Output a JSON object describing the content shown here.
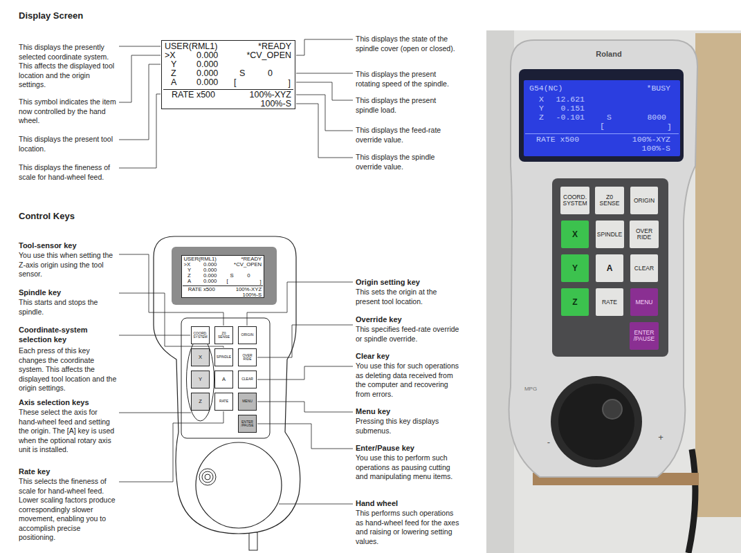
{
  "diagram": {
    "nodes": [
      {
        "text": [
          "USER(RML1)",
          "*READY",
          ">X",
          "0.000",
          "*CV_OPEN",
          "Y",
          "0.000",
          "Z",
          "0.000",
          "S",
          "0",
          "A",
          "0.000",
          "[",
          "]",
          "RATE x500",
          "100%-XYZ",
          "100%-S"
        ]
      },
      {
        "text": [
          "USER(RML1)",
          "*READY",
          ">X",
          "0.000",
          "*CV_OPEN",
          "Y",
          "0.000",
          "Z",
          "0.000",
          "S",
          "0",
          "A",
          "0.000",
          "[",
          "]",
          "RATE x500",
          "100%-XYZ",
          "100%-S"
        ]
      },
      {
        "text": [
          "COORD. SYSTEM"
        ]
      },
      {
        "text": [
          "Z0 SENSE"
        ]
      },
      {
        "text": [
          "ORIGIN"
        ]
      },
      {
        "text": [
          "X"
        ]
      },
      {
        "text": [
          "SPINDLE"
        ]
      },
      {
        "text": [
          "OVER RIDE"
        ]
      },
      {
        "text": [
          "Y"
        ]
      },
      {
        "text": [
          "A"
        ]
      },
      {
        "text": [
          "CLEAR"
        ]
      },
      {
        "text": [
          "Z"
        ]
      },
      {
        "text": [
          "RATE"
        ]
      },
      {
        "text": [
          "MENU"
        ]
      },
      {
        "text": [
          "ENTER /PAUSE"
        ]
      },
      {
        "text": [
          "G54(NC)",
          "*BUSY",
          "X",
          "12.621",
          "Y",
          "0.151",
          "Z",
          "-0.101",
          "S",
          "8000",
          "[",
          "]",
          "RATE x500",
          "100%-XYZ",
          "100%-S"
        ]
      },
      {
        "text": [
          "COORD. SYSTEM"
        ]
      },
      {
        "text": [
          "Z0 SENSE"
        ]
      },
      {
        "text": [
          "ORIGIN"
        ]
      },
      {
        "text": [
          "X"
        ]
      },
      {
        "text": [
          "SPINDLE"
        ]
      },
      {
        "text": [
          "OVER RIDE"
        ]
      },
      {
        "text": [
          "Y"
        ]
      },
      {
        "text": [
          "A"
        ]
      },
      {
        "text": [
          "CLEAR"
        ]
      },
      {
        "text": [
          "Z"
        ]
      },
      {
        "text": [
          "RATE"
        ]
      },
      {
        "text": [
          "MENU"
        ]
      },
      {
        "text": [
          "ENTER /PAUSE"
        ]
      }
    ],
    "labels": [
      "Display Screen",
      "This displays the presently selected coordinate system. This affects the displayed tool location and the origin settings.",
      "This symbol indicates the item now controlled by the hand wheel.",
      "This displays the present tool location.",
      "This displays the fineness of scale for hand-wheel feed.",
      "This displays the state of the spindle cover (open or closed).",
      "This displays the present rotating speed of the spindle.",
      "This displays the present spindle load.",
      "This displays the feed-rate override value.",
      "This displays the spindle override value.",
      "Control Keys",
      "Tool-sensor key",
      "You use this when setting the Z-axis origin using the tool sensor.",
      "Spindle key",
      "This starts and stops the spindle.",
      "Coordinate-system selection key",
      "Each press of this key changes the coordinate system. This affects the displayed tool location and the origin settings.",
      "Axis selection keys",
      "These select the axis for hand-wheel feed and setting the origin. The [A] key is used when the optional rotary axis unit is installed.",
      "Rate key",
      "This selects the fineness of scale for hand-wheel feed. Lower scaling factors produce correspondingly slower movement, enabling you to accomplish precise positioning.",
      "Origin setting key",
      "This sets the origin at the present tool location.",
      "Override key",
      "This specifies feed-rate override or spindle override.",
      "Clear key",
      "You use this for such operations as deleting data received from the computer and recovering from errors.",
      "Menu key",
      "Pressing this key displays submenus.",
      "Enter/Pause key",
      "You use this to perform such operations as pausing cutting and manipulating menu items.",
      "Hand wheel",
      "This performs such operations as hand-wheel feed for the axes and raising or lowering setting values.",
      "Roland",
      "MPG",
      "-",
      "+"
    ]
  }
}
